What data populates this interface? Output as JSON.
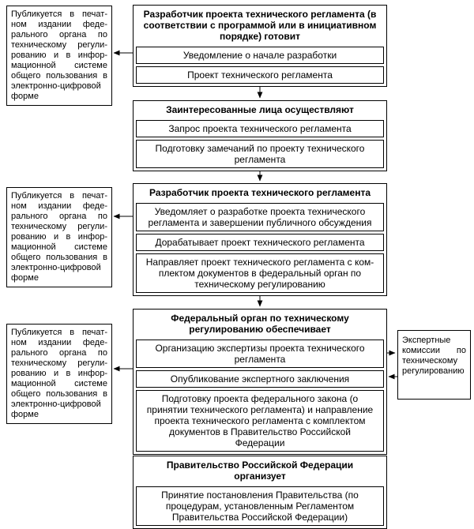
{
  "diagram": {
    "publication_note": "Публикуется в печат­ном издании феде­рального органа по техническому регули­рованию и в инфор­мационной системе общего пользования в электронно-цифровой форме",
    "expert_commissions": "Экспертные комиссии по техническому регулирова­нию",
    "blocks": [
      {
        "title": "Разработчик проекта технического регламента (в соответствии с программой или в инициативном порядке) готовит",
        "items": [
          "Уведомление о начале разработки",
          "Проект технического регламента"
        ]
      },
      {
        "title": "Заинтересованные лица осуществляют",
        "items": [
          "Запрос проекта технического регламента",
          "Подготовку замечаний по проекту технического регламента"
        ]
      },
      {
        "title": "Разработчик проекта технического регламента",
        "items": [
          "Уведомляет о разработке проекта технического регла­мента и завершении публичного обсуждения",
          "Дорабатывает проект технического регламента",
          "Направляет проект технического регламента с ком­плектом документов в федеральный орган по техниче­скому регулированию"
        ]
      },
      {
        "title": "Федеральный орган по техническому регулирова­нию обеспечивает",
        "items": [
          "Организацию экспертизы проекта технического регла­мента",
          "Опубликование экспертного заключения",
          "Подготовку проекта федерального закона (о принятии технического регламента) и направление проекта тех­нического регламента с комплектом документов в Правительство Российской Федерации"
        ]
      },
      {
        "title": "Правительство Российской Федерации организует",
        "items": [
          "Принятие постановления Правительства (по процеду­рам, установленным Регламентом Правительства Российской Федерации)"
        ]
      }
    ]
  }
}
